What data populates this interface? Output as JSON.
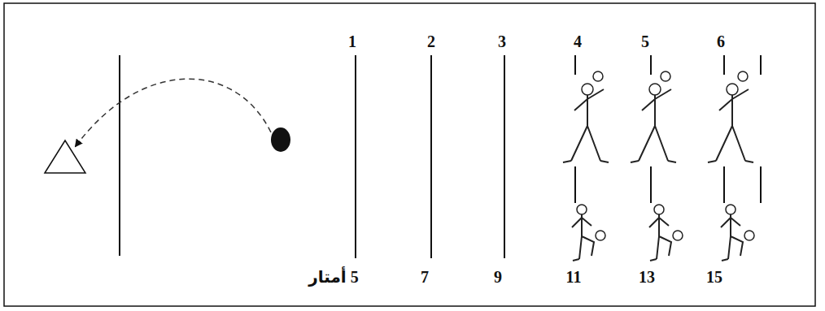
{
  "diagram": {
    "labels": [
      "1",
      "2",
      "3",
      "4",
      "5",
      "6",
      "5 أمتار",
      "7",
      "9",
      "11",
      "13",
      "15"
    ]
  }
}
